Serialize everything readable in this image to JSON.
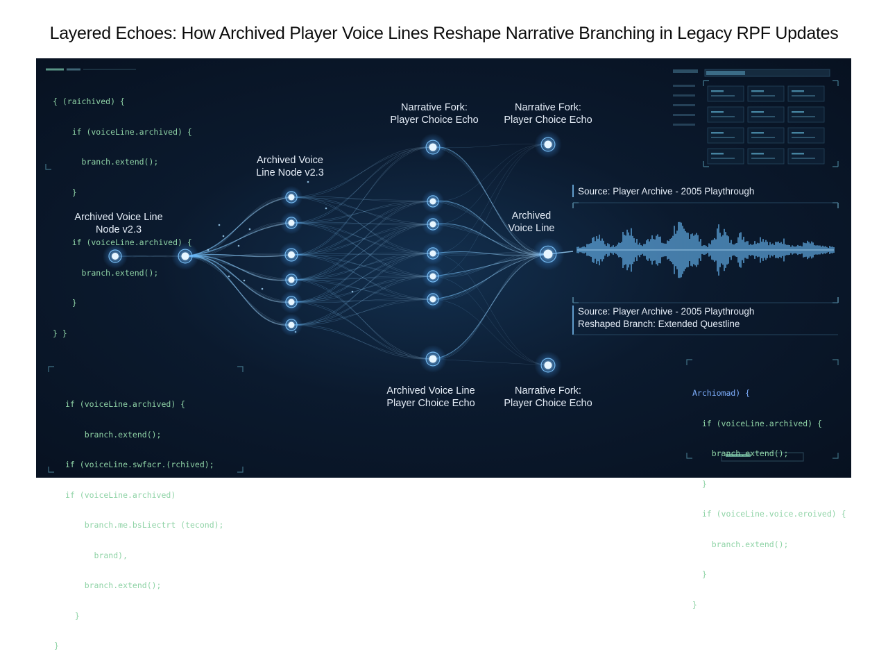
{
  "title": "Layered Echoes: How Archived Player Voice Lines Reshape Narrative Branching in Legacy RPF Updates",
  "code_top_left": [
    "{ (raichived) {",
    "    if (voiceLine.archived) {",
    "      branch.extend();",
    "    }",
    "",
    "    if (voiceLine.archived) {",
    "      branch.extend();",
    "    }",
    "} }"
  ],
  "code_bottom_left": [
    "if (voiceLine.archived) {",
    "    branch.extend();",
    "if (voiceLine.swfacr.(rchived);",
    "if (voiceLine.archived)",
    "    branch.me.bsLiectrt (tecond);",
    "      brand),",
    "    branch.extend();",
    "  }",
    "}"
  ],
  "code_bottom_right": [
    "Archiomad) {",
    "  if (voiceLine.archived) {",
    "    branch.extend();",
    "  }",
    "  if (voiceLine.voice.eroived) {",
    "    branch.extend();",
    "  }",
    "}"
  ],
  "labels": {
    "left_node": [
      "Archived Voice Line",
      "Node v2.3"
    ],
    "mid_node": [
      "Archived Voice",
      "Line Node v2.3"
    ],
    "fork_top_1": [
      "Narrative Fork:",
      "Player Choice Echo"
    ],
    "fork_top_2": [
      "Narrative Fork:",
      "Player Choice Echo"
    ],
    "archived_right": [
      "Archived",
      "Voice Line"
    ],
    "bottom_1": [
      "Archived Voice Line",
      "Player Choice Echo"
    ],
    "bottom_2": [
      "Narrative Fork:",
      "Player Choice Echo"
    ]
  },
  "waveform": {
    "source_label": "Source: Player Archive - 2005 Playthrough",
    "info_lines": [
      "Source: Player Archive - 2005 Playthrough",
      "Reshaped Branch: Extended Questline"
    ]
  },
  "colors": {
    "accent": "#7fc8ff",
    "node_glow": "#5fb4ff",
    "code_green": "#8fd3a6",
    "panel_bg": "#0b1a2e"
  }
}
